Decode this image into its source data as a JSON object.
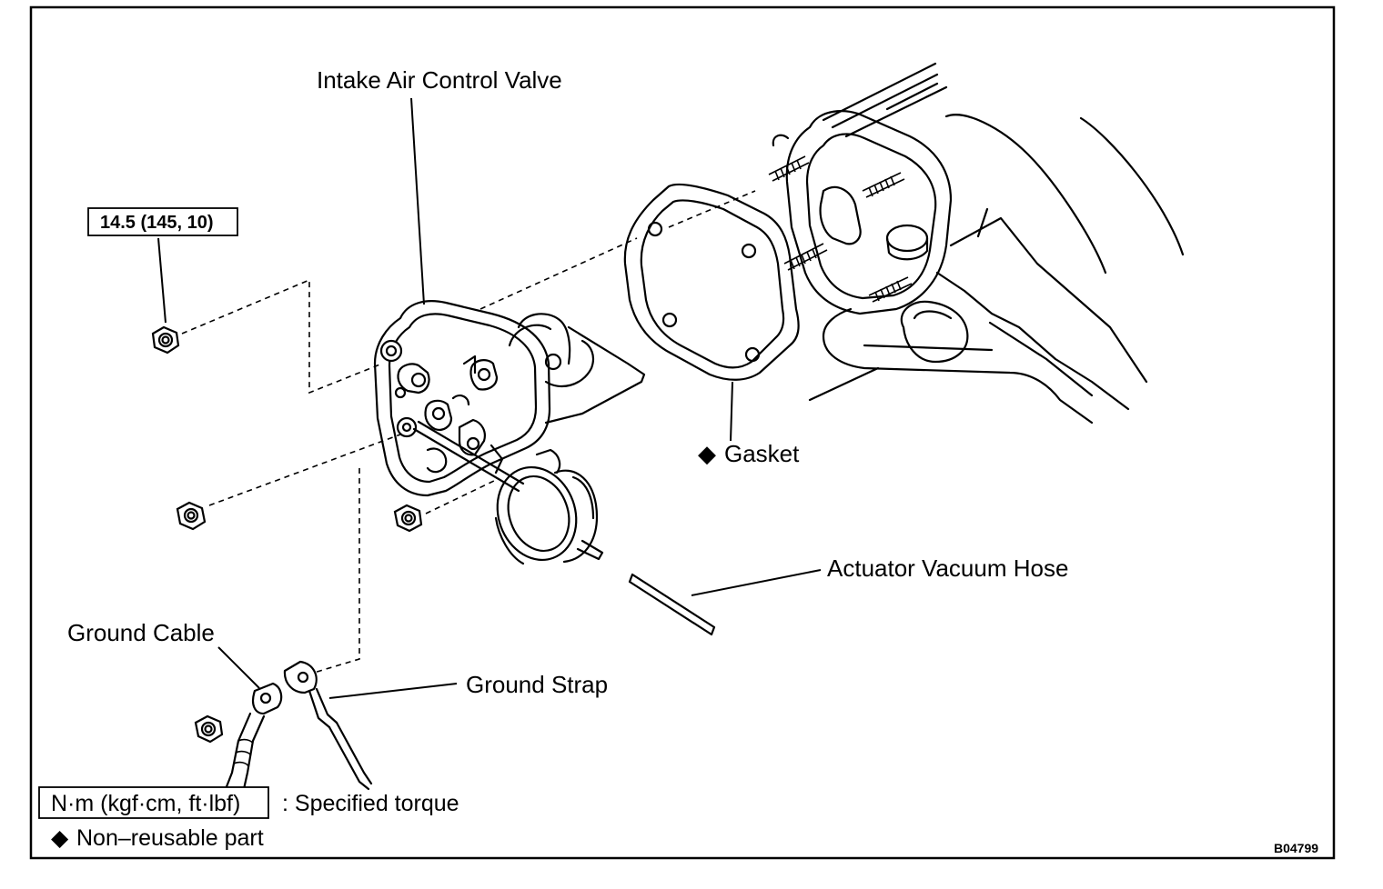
{
  "labels": {
    "intake_air_control_valve": "Intake Air Control Valve",
    "torque_value": "14.5 (145, 10)",
    "gasket": "Gasket",
    "actuator_vacuum_hose": "Actuator Vacuum Hose",
    "ground_cable": "Ground Cable",
    "ground_strap": "Ground Strap"
  },
  "legend": {
    "torque_unit": "N·m (kgf·cm, ft·lbf)",
    "torque_desc": ": Specified torque",
    "non_reusable_symbol": "◆",
    "non_reusable_desc": "Non–reusable part"
  },
  "figure_code": "B04799"
}
